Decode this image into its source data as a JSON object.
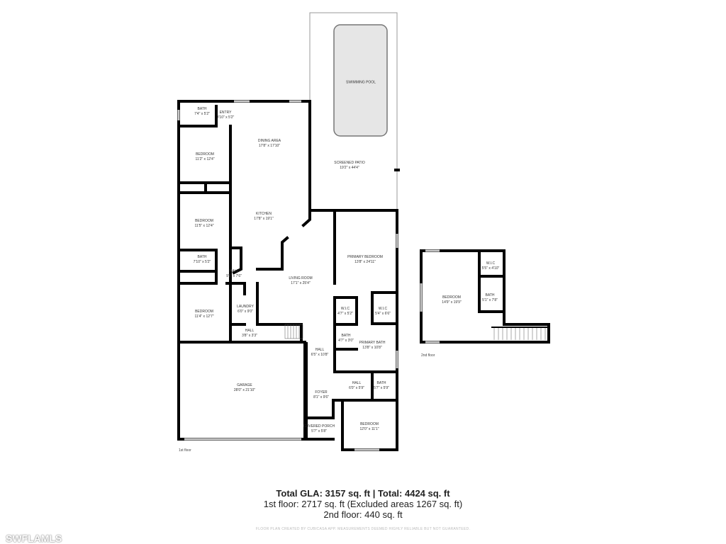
{
  "floor1": {
    "label": "1st floor",
    "rooms": [
      {
        "name": "BATH",
        "dim": "7'4\" x 5'2\""
      },
      {
        "name": "ENTRY",
        "dim": "3'10\" x 5'2\""
      },
      {
        "name": "DINING AREA",
        "dim": "17'8\" x 17'10\""
      },
      {
        "name": "BEDROOM",
        "dim": "11'2\" x 12'4\""
      },
      {
        "name": "SCREENED PATIO",
        "dim": "19'2\" x 44'4\""
      },
      {
        "name": "SWIMMING POOL",
        "dim": ""
      },
      {
        "name": "KITCHEN",
        "dim": "17'8\" x 19'1\""
      },
      {
        "name": "BEDROOM",
        "dim": "11'5\" x 12'4\""
      },
      {
        "name": "BATH",
        "dim": "7'10\" x 5'2\""
      },
      {
        "name": "HALL",
        "dim": "9'5\" x 7'6\""
      },
      {
        "name": "LIVING ROOM",
        "dim": "17'1\" x 25'4\""
      },
      {
        "name": "PRIMARY BEDROOM",
        "dim": "13'8\" x 24'11\""
      },
      {
        "name": "LAUNDRY",
        "dim": "6'0\" x 9'0\""
      },
      {
        "name": "BEDROOM",
        "dim": "11'4\" x 12'7\""
      },
      {
        "name": "W.I.C",
        "dim": "4'7\" x 5'2\""
      },
      {
        "name": "W.I.C",
        "dim": "5'4\" x 6'6\""
      },
      {
        "name": "HALL",
        "dim": "3'8\" x 3'3\""
      },
      {
        "name": "BATH",
        "dim": "4'7\" x 3'0\""
      },
      {
        "name": "PRIMARY BATH",
        "dim": "13'8\" x 10'8\""
      },
      {
        "name": "HALL",
        "dim": "6'5\" x 10'8\""
      },
      {
        "name": "GARAGE",
        "dim": "28'0\" x 21'10\""
      },
      {
        "name": "FOYER",
        "dim": "8'1\" x 9'6\""
      },
      {
        "name": "HALL",
        "dim": "6'0\" x 5'9\""
      },
      {
        "name": "BATH",
        "dim": "5'7\" x 5'9\""
      },
      {
        "name": "COVERED PORCH",
        "dim": "5'7\" x 5'8\""
      },
      {
        "name": "BEDROOM",
        "dim": "12'0\" x 11'1\""
      }
    ]
  },
  "floor2": {
    "label": "2nd floor",
    "rooms": [
      {
        "name": "BEDROOM",
        "dim": "14'9\" x 19'9\""
      },
      {
        "name": "W.I.C",
        "dim": "5'5\" x 4'10\""
      },
      {
        "name": "BATH",
        "dim": "5'1\" x 7'8\""
      }
    ]
  },
  "summary": {
    "total": "Total GLA: 3157 sq. ft | Total: 4424 sq. ft",
    "floor1": "1st floor: 2717 sq. ft (Excluded areas 1267 sq. ft)",
    "floor2": "2nd floor: 440 sq. ft"
  },
  "disclaimer": "FLOOR PLAN CREATED BY CUBICASA APP. MEASUREMENTS DEEMED HIGHLY RELIABLE BUT NOT GUARANTEED.",
  "watermark": "SWFLAMLS"
}
